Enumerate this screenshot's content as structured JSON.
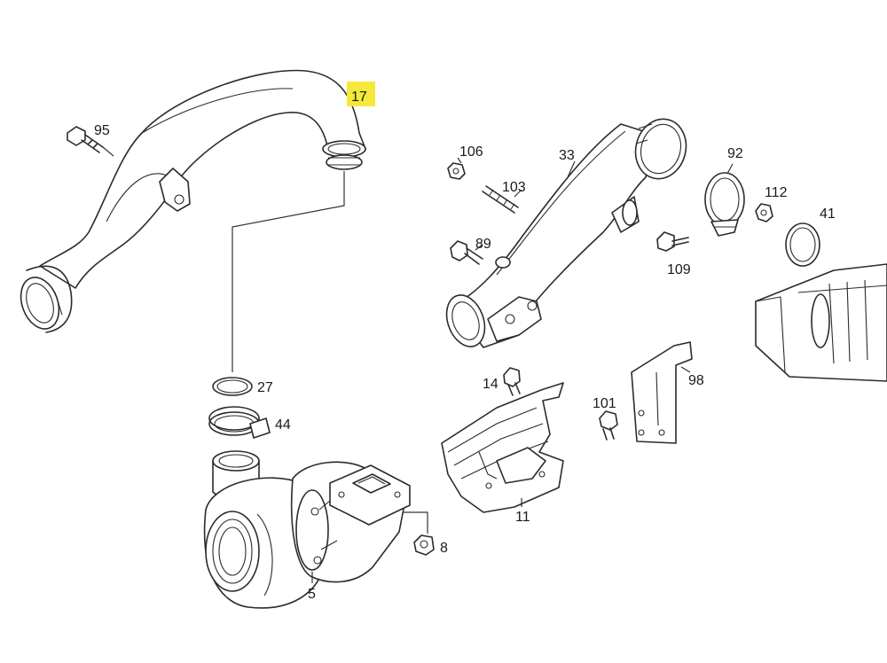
{
  "callouts": [
    {
      "id": "17",
      "label": "17",
      "highlighted": true
    },
    {
      "id": "95",
      "label": "95"
    },
    {
      "id": "27",
      "label": "27"
    },
    {
      "id": "44",
      "label": "44"
    },
    {
      "id": "5",
      "label": "5"
    },
    {
      "id": "8",
      "label": "8"
    },
    {
      "id": "106",
      "label": "106"
    },
    {
      "id": "103",
      "label": "103"
    },
    {
      "id": "89",
      "label": "89"
    },
    {
      "id": "33",
      "label": "33"
    },
    {
      "id": "92",
      "label": "92"
    },
    {
      "id": "112",
      "label": "112"
    },
    {
      "id": "41",
      "label": "41"
    },
    {
      "id": "109",
      "label": "109"
    },
    {
      "id": "14",
      "label": "14"
    },
    {
      "id": "98",
      "label": "98"
    },
    {
      "id": "101",
      "label": "101"
    },
    {
      "id": "11",
      "label": "11"
    }
  ],
  "colors": {
    "highlight": "#f5e83a",
    "line": "#2b2b2b",
    "background": "#ffffff"
  }
}
